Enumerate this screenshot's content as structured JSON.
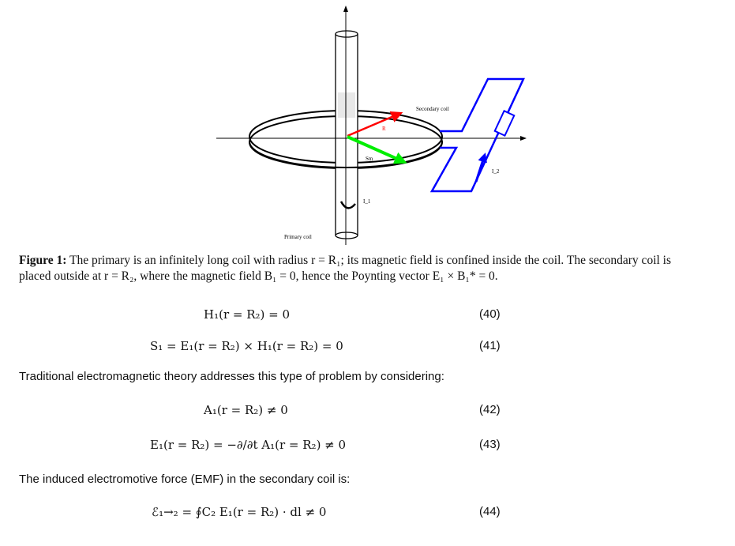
{
  "figure": {
    "labels": {
      "secondary": "Secondary coil",
      "r": "R",
      "sm": "Sm",
      "i1": "I_1",
      "i2": "I_2",
      "primary": "Primary coil"
    },
    "colors": {
      "r": "#ff0000",
      "sm": "#00ee00",
      "loop": "#0000ff"
    }
  },
  "caption": {
    "label": "Figure 1:",
    "line1": " The primary is an infinitely long coil with radius r = R₁; its magnetic field is confined inside the coil. The secondary coil is",
    "line2": "placed outside at r = R₂, where the magnetic field B₁ = 0, hence the Poynting vector E₁ × B₁* = 0."
  },
  "equations": [
    {
      "expr": "H₁(r = R₂) = 0",
      "num": "(40)"
    },
    {
      "expr": "S₁ = E₁(r = R₂) × H₁(r = R₂) = 0",
      "num": "(41)"
    },
    {
      "expr": "A₁(r = R₂) ≠ 0",
      "num": "(42)"
    },
    {
      "expr": "E₁(r = R₂) = −∂/∂t A₁(r = R₂) ≠ 0",
      "num": "(43)"
    },
    {
      "expr": "ℰ₁→₂ = ∮C₂ E₁(r = R₂) · dl ≠ 0",
      "num": "(44)"
    }
  ],
  "text": {
    "p1": "Traditional electromagnetic theory addresses this type of problem by considering:",
    "p2": "The induced electromotive force (EMF) in the secondary coil is:"
  }
}
